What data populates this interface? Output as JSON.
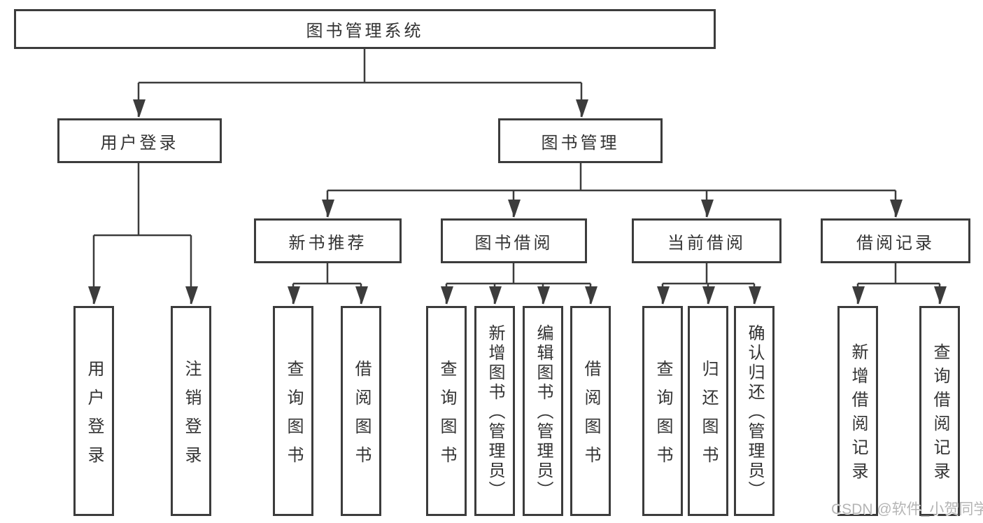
{
  "diagram": {
    "root": "图书管理系统",
    "level2": [
      "用户登录",
      "图书管理"
    ],
    "level3": [
      "新书推荐",
      "图书借阅",
      "当前借阅",
      "借阅记录"
    ],
    "leaves_user_login": [
      "用户登录",
      "注销登录"
    ],
    "leaves_new_books": [
      "查询图书",
      "借阅图书"
    ],
    "leaves_book_borrow": [
      "查询图书",
      "新增图书（管理员）",
      "编辑图书（管理员）",
      "借阅图书"
    ],
    "leaves_current_borrow": [
      "查询图书",
      "归还图书",
      "确认归还（管理员）"
    ],
    "leaves_borrow_records": [
      "新增借阅记录",
      "查询借阅记录"
    ]
  },
  "watermark": "CSDN @软件_小贺同学",
  "colors": {
    "line": "#3c3c3c",
    "border": "#3c3c3c",
    "text": "#333333",
    "watermark": "#b5b5b5",
    "background": "#ffffff"
  }
}
